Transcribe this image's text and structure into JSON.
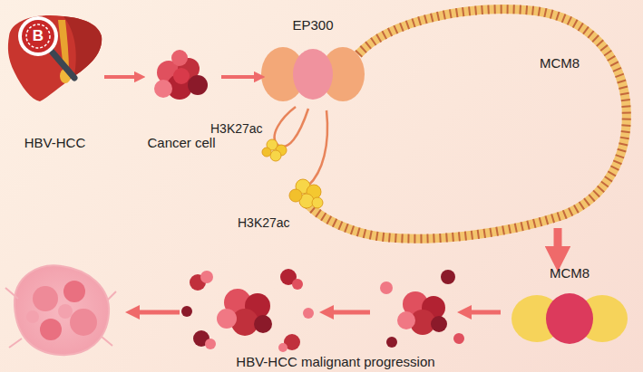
{
  "diagram": {
    "nodes": [
      {
        "text": [
          "HBV-HCC"
        ]
      },
      {
        "text": [
          "Cancer cell"
        ]
      },
      {
        "text": [
          "EP300"
        ]
      },
      {
        "text": [
          "MCM8"
        ]
      },
      {
        "text": [
          "MCM8"
        ]
      }
    ],
    "edges": [
      {
        "from": 0,
        "to": 1,
        "arrow": "to"
      },
      {
        "from": 1,
        "to": 2,
        "arrow": "to"
      },
      {
        "from": 3,
        "to": 4,
        "arrow": "to"
      }
    ],
    "labels": [
      "B",
      "H3K27ac",
      "H3K27ac",
      "HBV-HCC malignant progression"
    ]
  }
}
